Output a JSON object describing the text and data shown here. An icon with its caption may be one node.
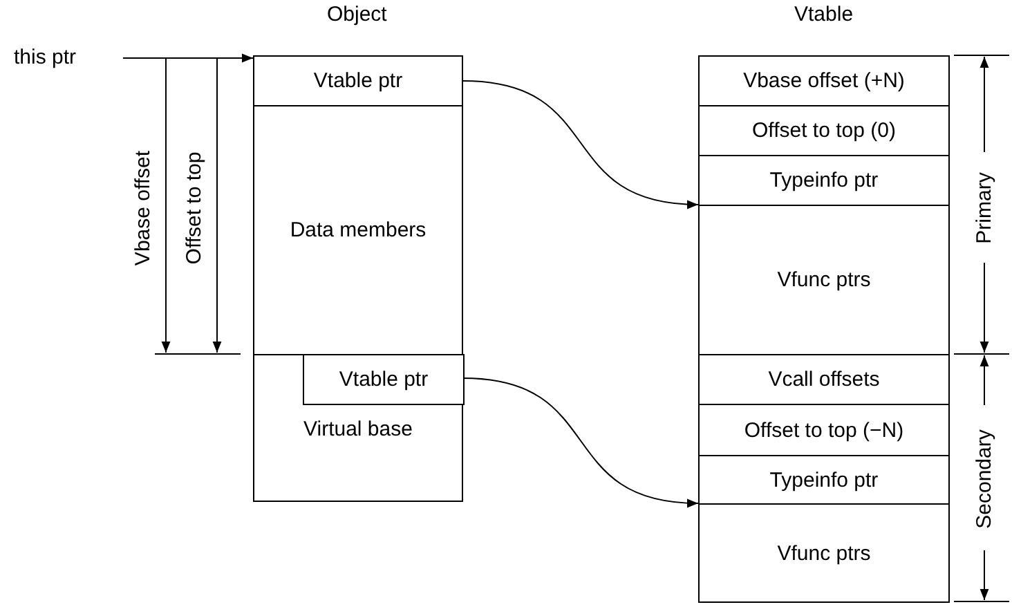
{
  "diagram": {
    "nodes": [
      {
        "text": [
          "this ptr"
        ]
      },
      {
        "text": [
          "Vtable ptr"
        ]
      },
      {
        "text": [
          "Data members"
        ]
      },
      {
        "text": [
          "Virtual base"
        ]
      },
      {
        "text": [
          "Vtable ptr"
        ],
        "in": 3
      },
      {
        "text": [
          "Vbase offset (+N)"
        ]
      },
      {
        "text": [
          "Offset to top (0)"
        ]
      },
      {
        "text": [
          "Typeinfo ptr"
        ]
      },
      {
        "text": [
          "Vfunc ptrs"
        ]
      },
      {
        "text": [
          "Vcall offsets"
        ]
      },
      {
        "text": [
          "Offset to top (−N)"
        ]
      },
      {
        "text": [
          "Typeinfo ptr"
        ]
      },
      {
        "text": [
          "Vfunc ptrs"
        ]
      }
    ],
    "edges": [
      {
        "from": 0,
        "to": 1,
        "arrow": "to"
      },
      {
        "from": 1,
        "to": 8,
        "arrow": "to"
      },
      {
        "from": 4,
        "to": 12,
        "arrow": "to"
      }
    ],
    "labels": [
      "Object",
      "Vtable",
      "Vbase offset",
      "Offset to top",
      "Primary",
      "Secondary"
    ]
  }
}
